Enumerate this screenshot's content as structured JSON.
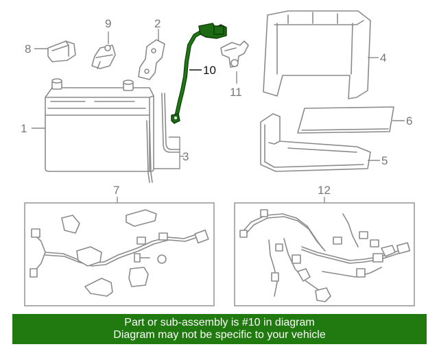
{
  "callouts": {
    "c1": "1",
    "c2": "2",
    "c3": "3",
    "c4": "4",
    "c5": "5",
    "c6": "6",
    "c7": "7",
    "c8": "8",
    "c9": "9",
    "c10": "10",
    "c11": "11",
    "c12": "12"
  },
  "banner": {
    "line1": "Part or sub-assembly is #10 in diagram",
    "line2": "Diagram may not be specific to your vehicle",
    "color": "#217a0f"
  },
  "highlight_color": "#1c6b12"
}
